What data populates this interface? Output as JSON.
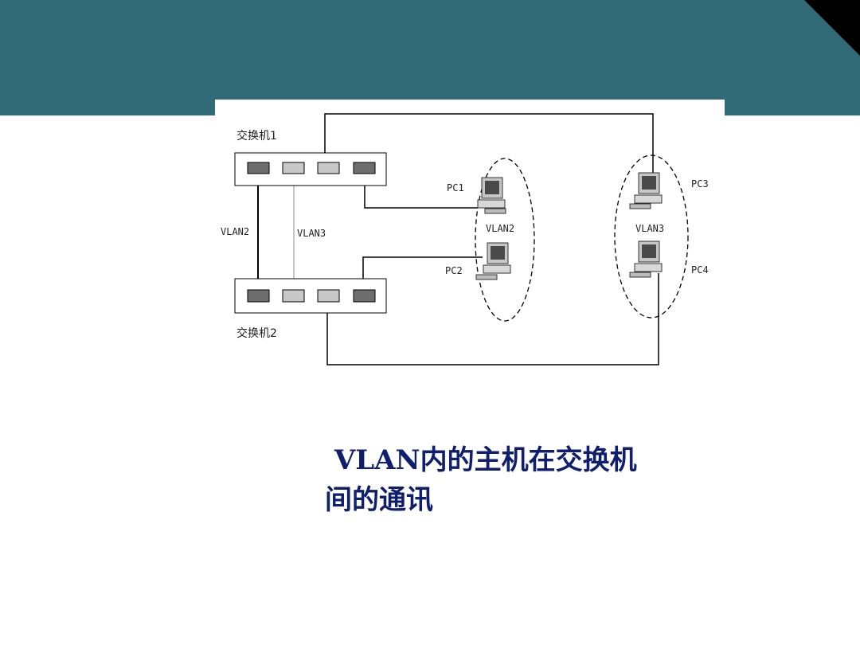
{
  "colors": {
    "banner": "#2f6a76",
    "corner": "#000000",
    "caption": "#0f1f6e",
    "port_vlan2": "#6e6e6e",
    "port_vlan3": "#c8c8c8"
  },
  "diagram": {
    "switch1_label": "交换机1",
    "switch2_label": "交换机2",
    "trunk_label_vlan2": "VLAN2",
    "trunk_label_vlan3": "VLAN3",
    "group_left_label": "VLAN2",
    "group_right_label": "VLAN3",
    "pc1": "PC1",
    "pc2": "PC2",
    "pc3": "PC3",
    "pc4": "PC4"
  },
  "caption": {
    "line1": " VLAN内的主机在交换机",
    "line2": "间的通讯"
  }
}
